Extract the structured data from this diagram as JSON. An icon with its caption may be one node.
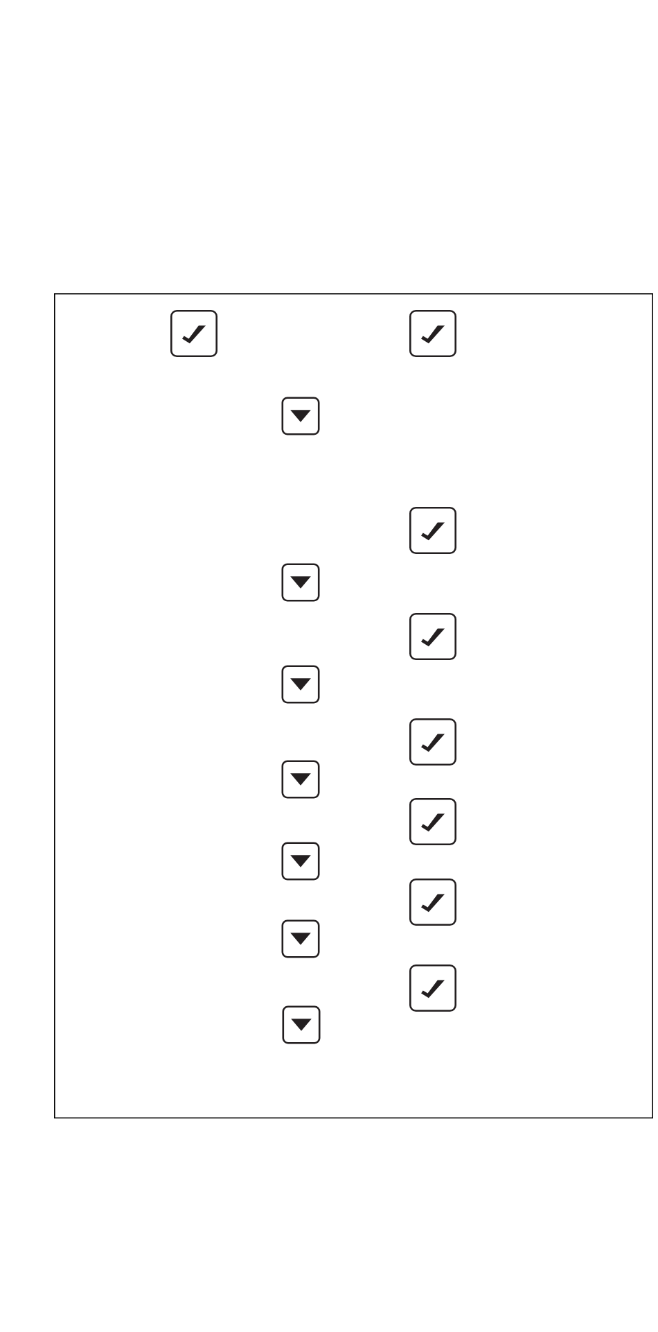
{
  "diagram": {
    "nodes": [
      {
        "text": [],
        "shape": "box"
      },
      {
        "text": [],
        "shape": "checkbox",
        "in": 0
      },
      {
        "text": [],
        "shape": "checkbox",
        "in": 0
      },
      {
        "text": [],
        "shape": "button",
        "in": 0
      },
      {
        "text": [],
        "shape": "checkbox",
        "in": 0
      },
      {
        "text": [],
        "shape": "button",
        "in": 0
      },
      {
        "text": [],
        "shape": "checkbox",
        "in": 0
      },
      {
        "text": [],
        "shape": "button",
        "in": 0
      },
      {
        "text": [],
        "shape": "checkbox",
        "in": 0
      },
      {
        "text": [],
        "shape": "button",
        "in": 0
      },
      {
        "text": [],
        "shape": "checkbox",
        "in": 0
      },
      {
        "text": [],
        "shape": "button",
        "in": 0
      },
      {
        "text": [],
        "shape": "checkbox",
        "in": 0
      },
      {
        "text": [],
        "shape": "button",
        "in": 0
      },
      {
        "text": [],
        "shape": "checkbox",
        "in": 0
      },
      {
        "text": [],
        "shape": "button",
        "in": 0
      }
    ]
  }
}
